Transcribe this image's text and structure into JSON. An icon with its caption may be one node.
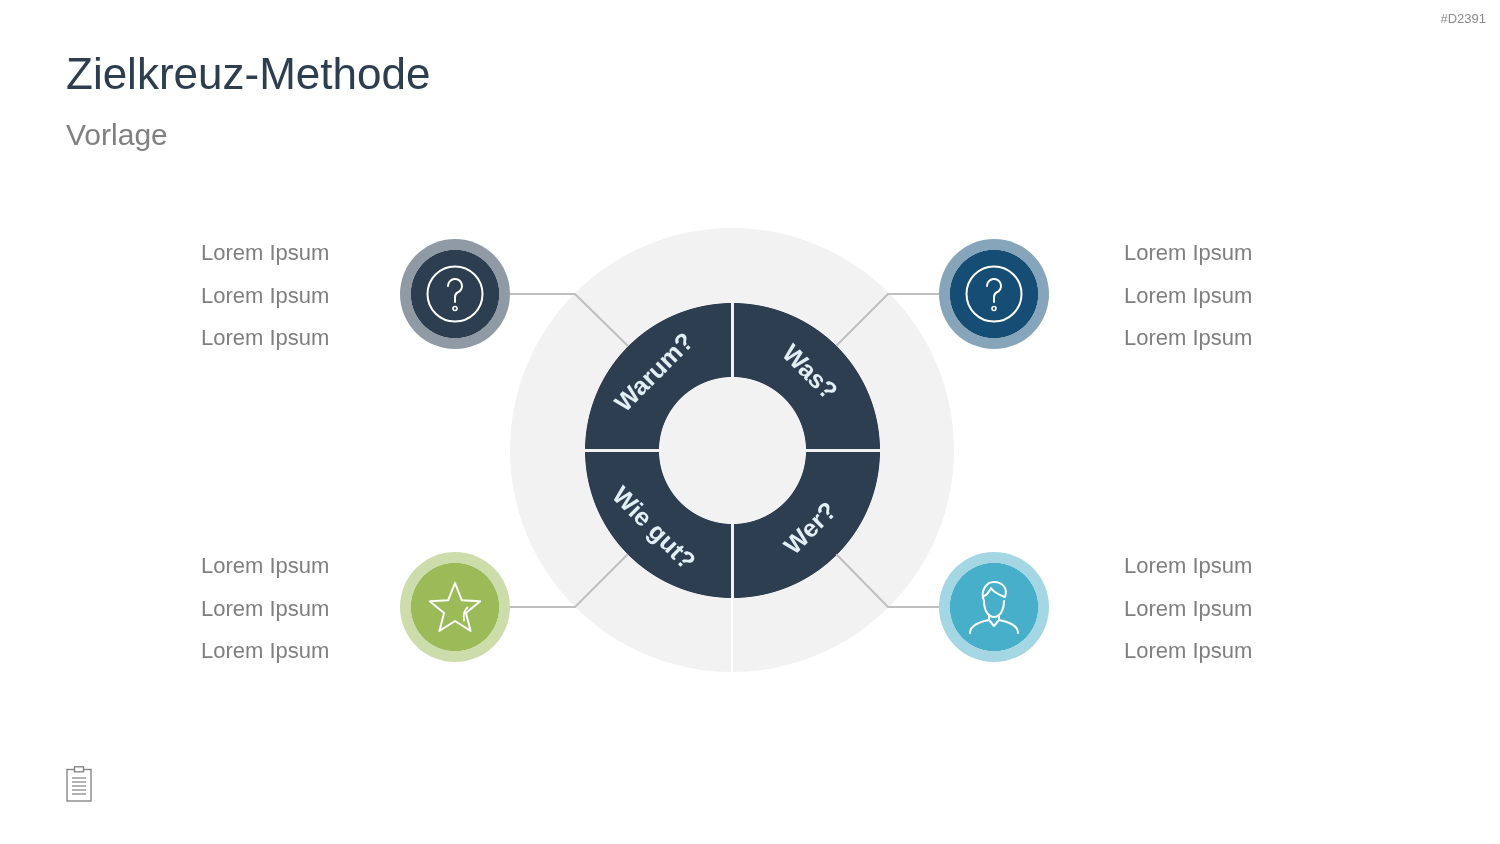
{
  "diagram": {
    "title": "Zielkreuz-Methode",
    "nodes": [
      {
        "text": [],
        "shape": "circle"
      },
      {
        "text": [],
        "shape": "circle",
        "beside": [
          "Lorem Ipsum",
          "Lorem Ipsum",
          "Lorem Ipsum"
        ]
      },
      {
        "text": [],
        "shape": "circle",
        "beside": [
          "Lorem Ipsum",
          "Lorem Ipsum",
          "Lorem Ipsum"
        ]
      },
      {
        "text": [
          "Warum?"
        ],
        "in": 0
      },
      {
        "text": [
          "Was?"
        ],
        "in": 0
      },
      {
        "text": [
          "Wie gut?"
        ],
        "in": 0
      },
      {
        "text": [
          "Wer?"
        ],
        "in": 0
      },
      {
        "text": [],
        "shape": "circle",
        "beside": [
          "Lorem Ipsum",
          "Lorem Ipsum",
          "Lorem Ipsum"
        ]
      },
      {
        "text": [],
        "shape": "circle",
        "beside": [
          "Lorem Ipsum",
          "Lorem Ipsum",
          "Lorem Ipsum"
        ]
      }
    ],
    "edges": [
      {
        "from": 1,
        "to": 3,
        "arrow": "none"
      },
      {
        "from": 2,
        "to": 4,
        "arrow": "none"
      },
      {
        "from": 7,
        "to": 5,
        "arrow": "none"
      },
      {
        "from": 8,
        "to": 6,
        "arrow": "none"
      }
    ],
    "labels": [
      "#D2391",
      "Vorlage"
    ]
  }
}
